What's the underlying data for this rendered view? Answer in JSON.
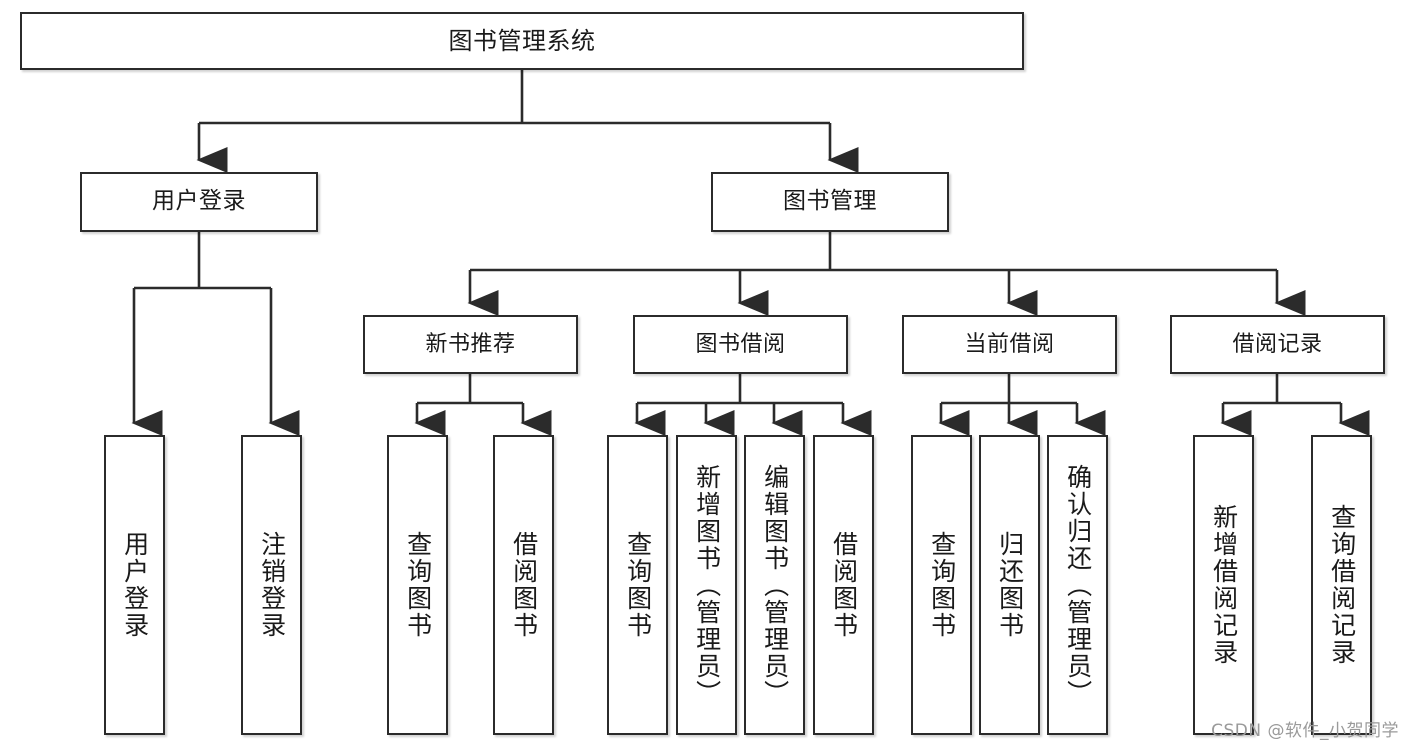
{
  "diagram": {
    "title": "图书管理系统",
    "type": "tree-hierarchy-diagram",
    "watermark": "CSDN @软件_小贺同学",
    "colors": {
      "box_border": "#2b2b2b",
      "box_fill": "#ffffff",
      "connector": "#2b2b2b",
      "text": "#1a1a1a",
      "watermark": "#9a9a9a",
      "background": "#ffffff"
    },
    "root": {
      "id": "root",
      "label": "图书管理系统"
    },
    "level1": [
      {
        "id": "n-user-login",
        "label": "用户登录"
      },
      {
        "id": "n-book-manage",
        "label": "图书管理"
      }
    ],
    "level2": [
      {
        "id": "n-new-book-rec",
        "label": "新书推荐",
        "parent": "n-book-manage"
      },
      {
        "id": "n-book-borrow",
        "label": "图书借阅",
        "parent": "n-book-manage"
      },
      {
        "id": "n-current-borrow",
        "label": "当前借阅",
        "parent": "n-book-manage"
      },
      {
        "id": "n-borrow-record",
        "label": "借阅记录",
        "parent": "n-book-manage"
      }
    ],
    "leaves": [
      {
        "id": "lf-user-login",
        "label": "用户登录",
        "parent": "n-user-login"
      },
      {
        "id": "lf-logout",
        "label": "注销登录",
        "parent": "n-user-login"
      },
      {
        "id": "lf-query-book-1",
        "label": "查询图书",
        "parent": "n-new-book-rec"
      },
      {
        "id": "lf-borrow-book-1",
        "label": "借阅图书",
        "parent": "n-new-book-rec"
      },
      {
        "id": "lf-query-book-2",
        "label": "查询图书",
        "parent": "n-book-borrow"
      },
      {
        "id": "lf-add-book",
        "label": "新增图书（管理员）",
        "parent": "n-book-borrow"
      },
      {
        "id": "lf-edit-book",
        "label": "编辑图书（管理员）",
        "parent": "n-book-borrow"
      },
      {
        "id": "lf-borrow-book-2",
        "label": "借阅图书",
        "parent": "n-book-borrow"
      },
      {
        "id": "lf-query-book-3",
        "label": "查询图书",
        "parent": "n-current-borrow"
      },
      {
        "id": "lf-return-book",
        "label": "归还图书",
        "parent": "n-current-borrow"
      },
      {
        "id": "lf-confirm-return",
        "label": "确认归还（管理员）",
        "parent": "n-current-borrow"
      },
      {
        "id": "lf-add-record",
        "label": "新增借阅记录",
        "parent": "n-borrow-record"
      },
      {
        "id": "lf-query-record",
        "label": "查询借阅记录",
        "parent": "n-borrow-record"
      }
    ]
  }
}
